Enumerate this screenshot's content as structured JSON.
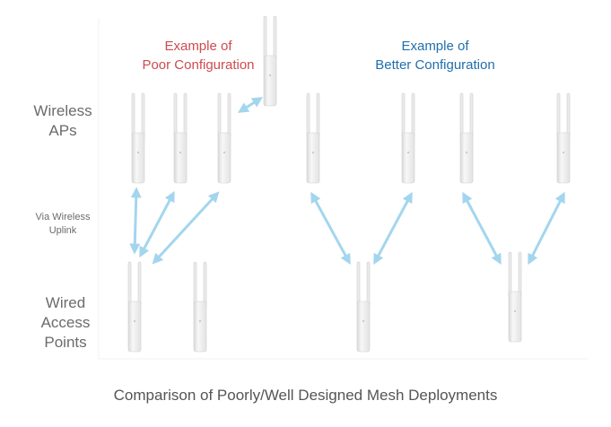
{
  "colors": {
    "poor": "#cf4a4d",
    "better": "#1f6fae",
    "arrow": "#a3d6ee",
    "label": "#6b6b6b"
  },
  "titles": {
    "poor_line1": "Example of",
    "poor_line2": "Poor Configuration",
    "better_line1": "Example of",
    "better_line2": "Better Configuration"
  },
  "row_labels": {
    "wireless_line1": "Wireless",
    "wireless_line2": "APs",
    "uplink_line1": "Via Wireless",
    "uplink_line2": "Uplink",
    "wired_line1": "Wired",
    "wired_line2": "Access",
    "wired_line3": "Points"
  },
  "caption": "Comparison of Poorly/Well Designed Mesh Deployments",
  "devices": {
    "wireless": [
      "ap-poor-1",
      "ap-poor-2",
      "ap-poor-3",
      "ap-poor-4",
      "ap-better-1",
      "ap-better-2",
      "ap-better-3",
      "ap-better-4"
    ],
    "wired": [
      "wired-poor-1",
      "wired-poor-2",
      "wired-better-1",
      "wired-better-2"
    ]
  }
}
